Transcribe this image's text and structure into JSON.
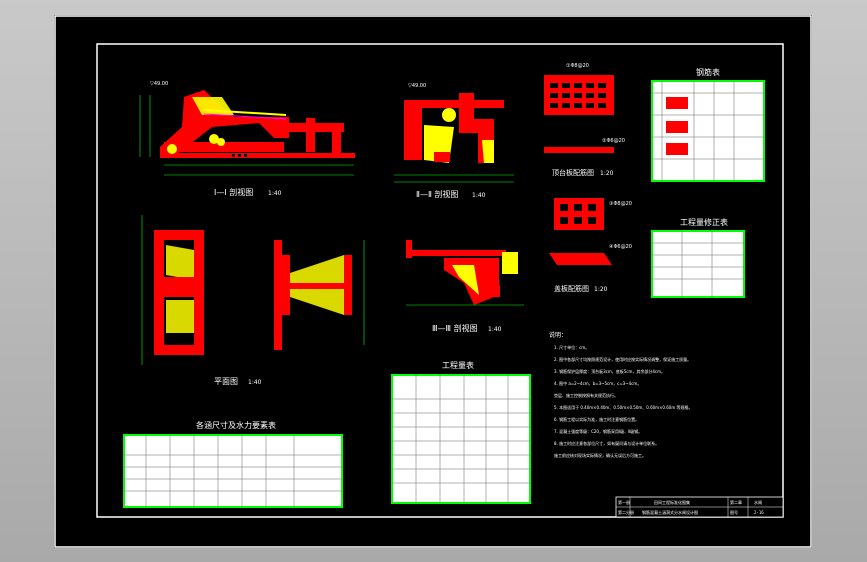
{
  "drawing": {
    "views": {
      "section_1": "Ⅰ—Ⅰ 剖视图",
      "section_1_scale": "1:40",
      "section_2": "Ⅱ—Ⅱ 剖视图",
      "section_2_scale": "1:40",
      "section_3": "Ⅲ—Ⅲ 剖视图",
      "section_3_scale": "1:40",
      "plan": "平面图",
      "plan_scale": "1:40",
      "top_slab": "顶台板配筋图",
      "top_slab_scale": "1:20",
      "cover_slab": "盖板配筋图",
      "cover_slab_scale": "1:20"
    },
    "tables": {
      "rebar_title": "钢筋表",
      "materials_title": "工程量表",
      "correction_title": "工程量修正表",
      "culvert_title": "各涵尺寸及水力要素表"
    },
    "notes_title": "说明：",
    "notes": [
      "1. 尺寸单位：cm。",
      "2. 图中各部尺寸均按照规范设计，使用时应按实际情况调整，保证施工质量。",
      "3. 钢筋保护层厚度：顶台板3cm，底板5cm，其余部分4cm。",
      "4. 图中 a=2~4cm，b=3~5cm，c=3~4cm。",
      "   垫层、施工控制按照有关规范执行。",
      "5. 本图适用于 0.40m×0.40m、0.50m×0.50m、0.60m×0.60m 等规格。",
      "6. 钢筋工程以实际为准，施工时注意钢筋位置。",
      "7. 混凝土强度等级：C20，钢筋采用Ⅰ级、Ⅱ级钢。",
      "8. 施工时应注意各部位尺寸，如有疑问请与设计单位联系。",
      "   施工前应核对现场实际情况，确认无误后方可施工。"
    ],
    "title_block": {
      "project": "第一册",
      "project_name": "田间工程标准化图集",
      "volume": "第二分册",
      "sheet_name": "钢筋混凝土涵洞式分水闸设计图",
      "sheet_label": "图号",
      "sheet_no": "2-16",
      "part": "第二章",
      "chapter": "水闸"
    },
    "labels": {
      "elev_1": "▽49.00",
      "elev_2": "▽49.00",
      "rebar_tag_1": "①Φ8@20",
      "rebar_tag_2": "②Φ6@20",
      "rebar_tag_3": "③Φ8@20",
      "rebar_tag_4": "④Φ6@20"
    },
    "colors": {
      "frame": "#ffffff",
      "concrete": "#ff0000",
      "fill_yellow": "#ffff00",
      "rebar_cyan": "#00ffff",
      "table_green": "#00ff00",
      "dim_green": "#00ff00",
      "magenta": "#ff00ff"
    }
  }
}
